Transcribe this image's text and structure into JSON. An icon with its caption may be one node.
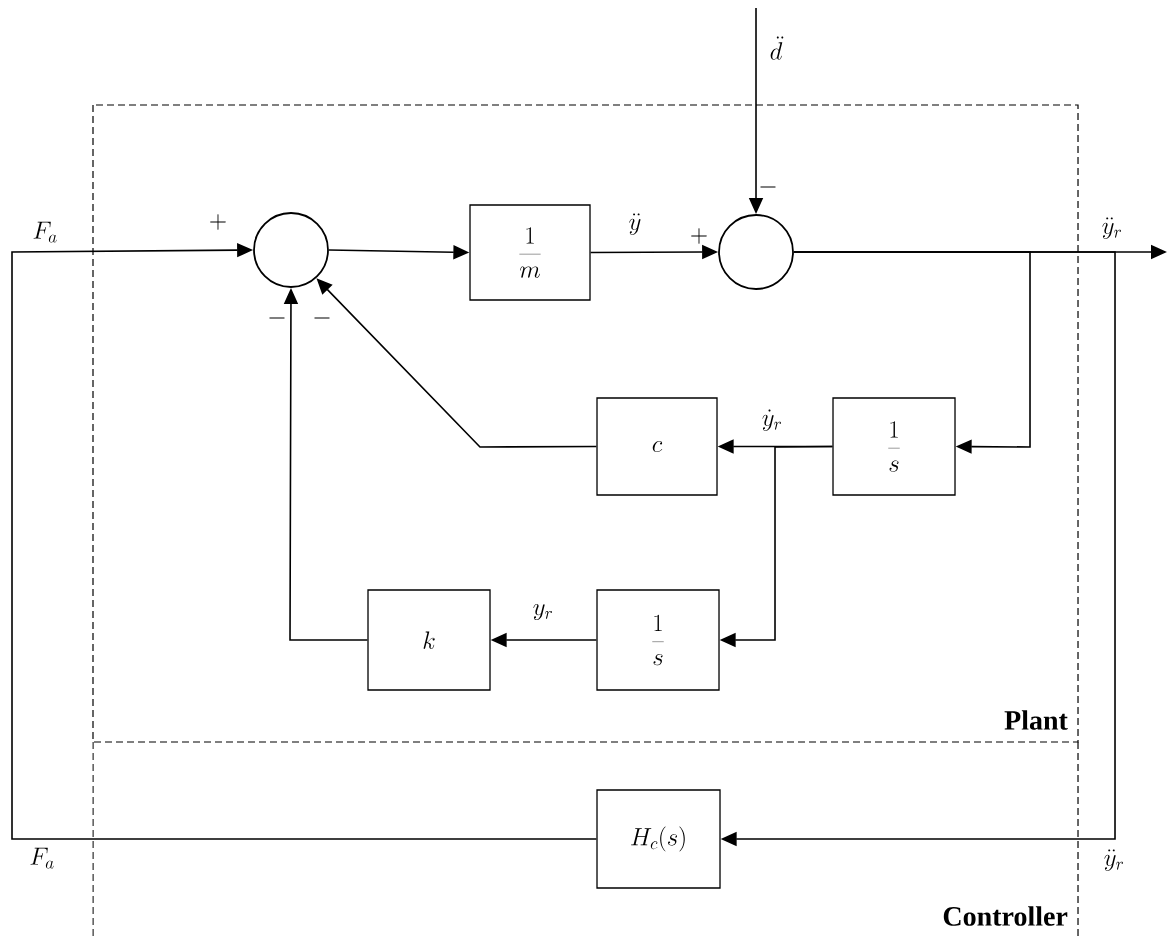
{
  "diagram": {
    "nodes": [
      {
        "text": [
          "Plant"
        ]
      },
      {
        "text": [
          "Controller"
        ]
      },
      {
        "text": [],
        "shape": "circle",
        "in": 0
      },
      {
        "text": [
          "\\frac{1}{m}"
        ],
        "in": 0
      },
      {
        "text": [],
        "shape": "circle",
        "in": 0
      },
      {
        "text": [
          "\\frac{1}{s}"
        ],
        "in": 0
      },
      {
        "text": [
          "c"
        ],
        "in": 0
      },
      {
        "text": [
          "\\frac{1}{s}"
        ],
        "in": 0
      },
      {
        "text": [
          "k"
        ],
        "in": 0
      },
      {
        "text": [
          "H_c(s)"
        ],
        "in": 1
      }
    ],
    "edges": [
      {
        "from": 9,
        "to": 2,
        "arrow": "to",
        "label": "F_a"
      },
      {
        "from": 2,
        "to": 3,
        "arrow": "to"
      },
      {
        "from": 3,
        "to": 4,
        "arrow": "to",
        "label": "\\ddot{y}"
      },
      {
        "from": null,
        "to": 4,
        "arrow": "to",
        "label": "\\ddot{d}"
      },
      {
        "from": 4,
        "to": null,
        "arrow": "to",
        "label": "\\ddot{y}_r"
      },
      {
        "from": 4,
        "to": 9,
        "arrow": "to",
        "label": "\\ddot{y}_r"
      },
      {
        "from": 4,
        "to": 5,
        "arrow": "to"
      },
      {
        "from": 5,
        "to": 6,
        "arrow": "to",
        "label": "\\dot{y}_r"
      },
      {
        "from": 5,
        "to": 7,
        "arrow": "to"
      },
      {
        "from": 6,
        "to": 2,
        "arrow": "to"
      },
      {
        "from": 7,
        "to": 8,
        "arrow": "to",
        "label": "y_r"
      },
      {
        "from": 8,
        "to": 2,
        "arrow": "to"
      }
    ],
    "labels": [
      "-",
      "+",
      "+",
      "-",
      "-",
      "F_a"
    ]
  }
}
